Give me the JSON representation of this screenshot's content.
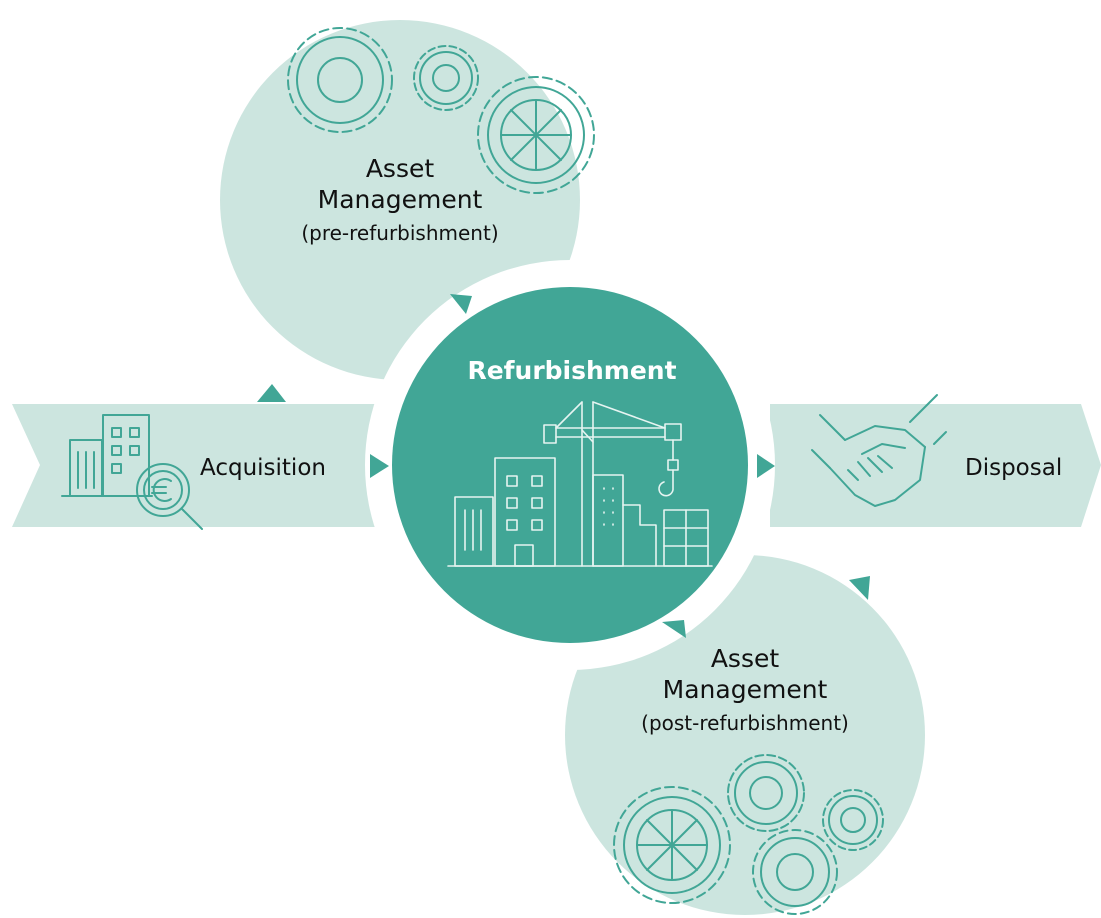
{
  "diagram": {
    "acquisition": {
      "label": "Acquisition",
      "icon": "building-euro-search-icon"
    },
    "disposal": {
      "label": "Disposal",
      "icon": "handshake-icon"
    },
    "refurbishment": {
      "label": "Refurbishment",
      "icon": "construction-crane-icon"
    },
    "asset_management_pre": {
      "line1": "Asset",
      "line2": "Management",
      "line3": "(pre-refurbishment)",
      "icon": "gears-icon"
    },
    "asset_management_post": {
      "line1": "Asset",
      "line2": "Management",
      "line3": "(post-refurbishment)",
      "icon": "gears-icon"
    }
  },
  "colors": {
    "light_teal": "#cce5df",
    "teal": "#41a696",
    "icon_stroke": "#41a696",
    "text": "#111111",
    "center_text": "#ffffff"
  }
}
